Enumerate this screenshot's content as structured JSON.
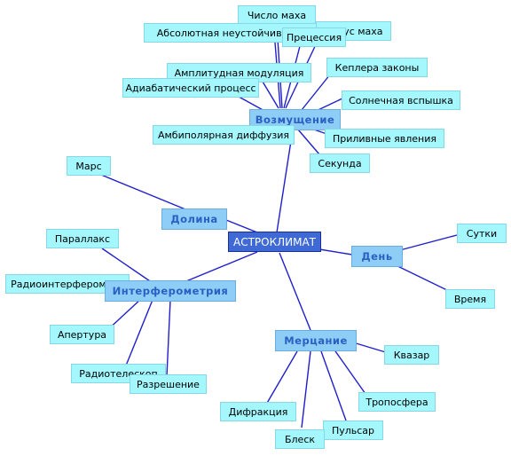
{
  "map": {
    "root": "АСТРОКЛИМАТ",
    "branches": {
      "vozmushchenie": {
        "label": "Возмущение",
        "leaves": [
          "Число маха",
          "Абсолютная неустойчивость",
          "Конус маха",
          "Прецессия",
          "Амплитудная модуляция",
          "Кеплера законы",
          "Адиабатический процесс",
          "Солнечная вспышка",
          "Амбиполярная диффузия",
          "Приливные явления",
          "Секунда"
        ]
      },
      "dolina": {
        "label": "Долина",
        "leaves": [
          "Марс"
        ]
      },
      "den": {
        "label": "День",
        "leaves": [
          "Сутки",
          "Время"
        ]
      },
      "interferometriya": {
        "label": "Интерферометрия",
        "leaves": [
          "Параллакс",
          "Радиоинтерферометр",
          "Апертура",
          "Радиотелескоп",
          "Разрешение"
        ]
      },
      "mertsanie": {
        "label": "Мерцание",
        "leaves": [
          "Квазар",
          "Тропосфера",
          "Пульсар",
          "Блеск",
          "Дифракция"
        ]
      }
    }
  }
}
